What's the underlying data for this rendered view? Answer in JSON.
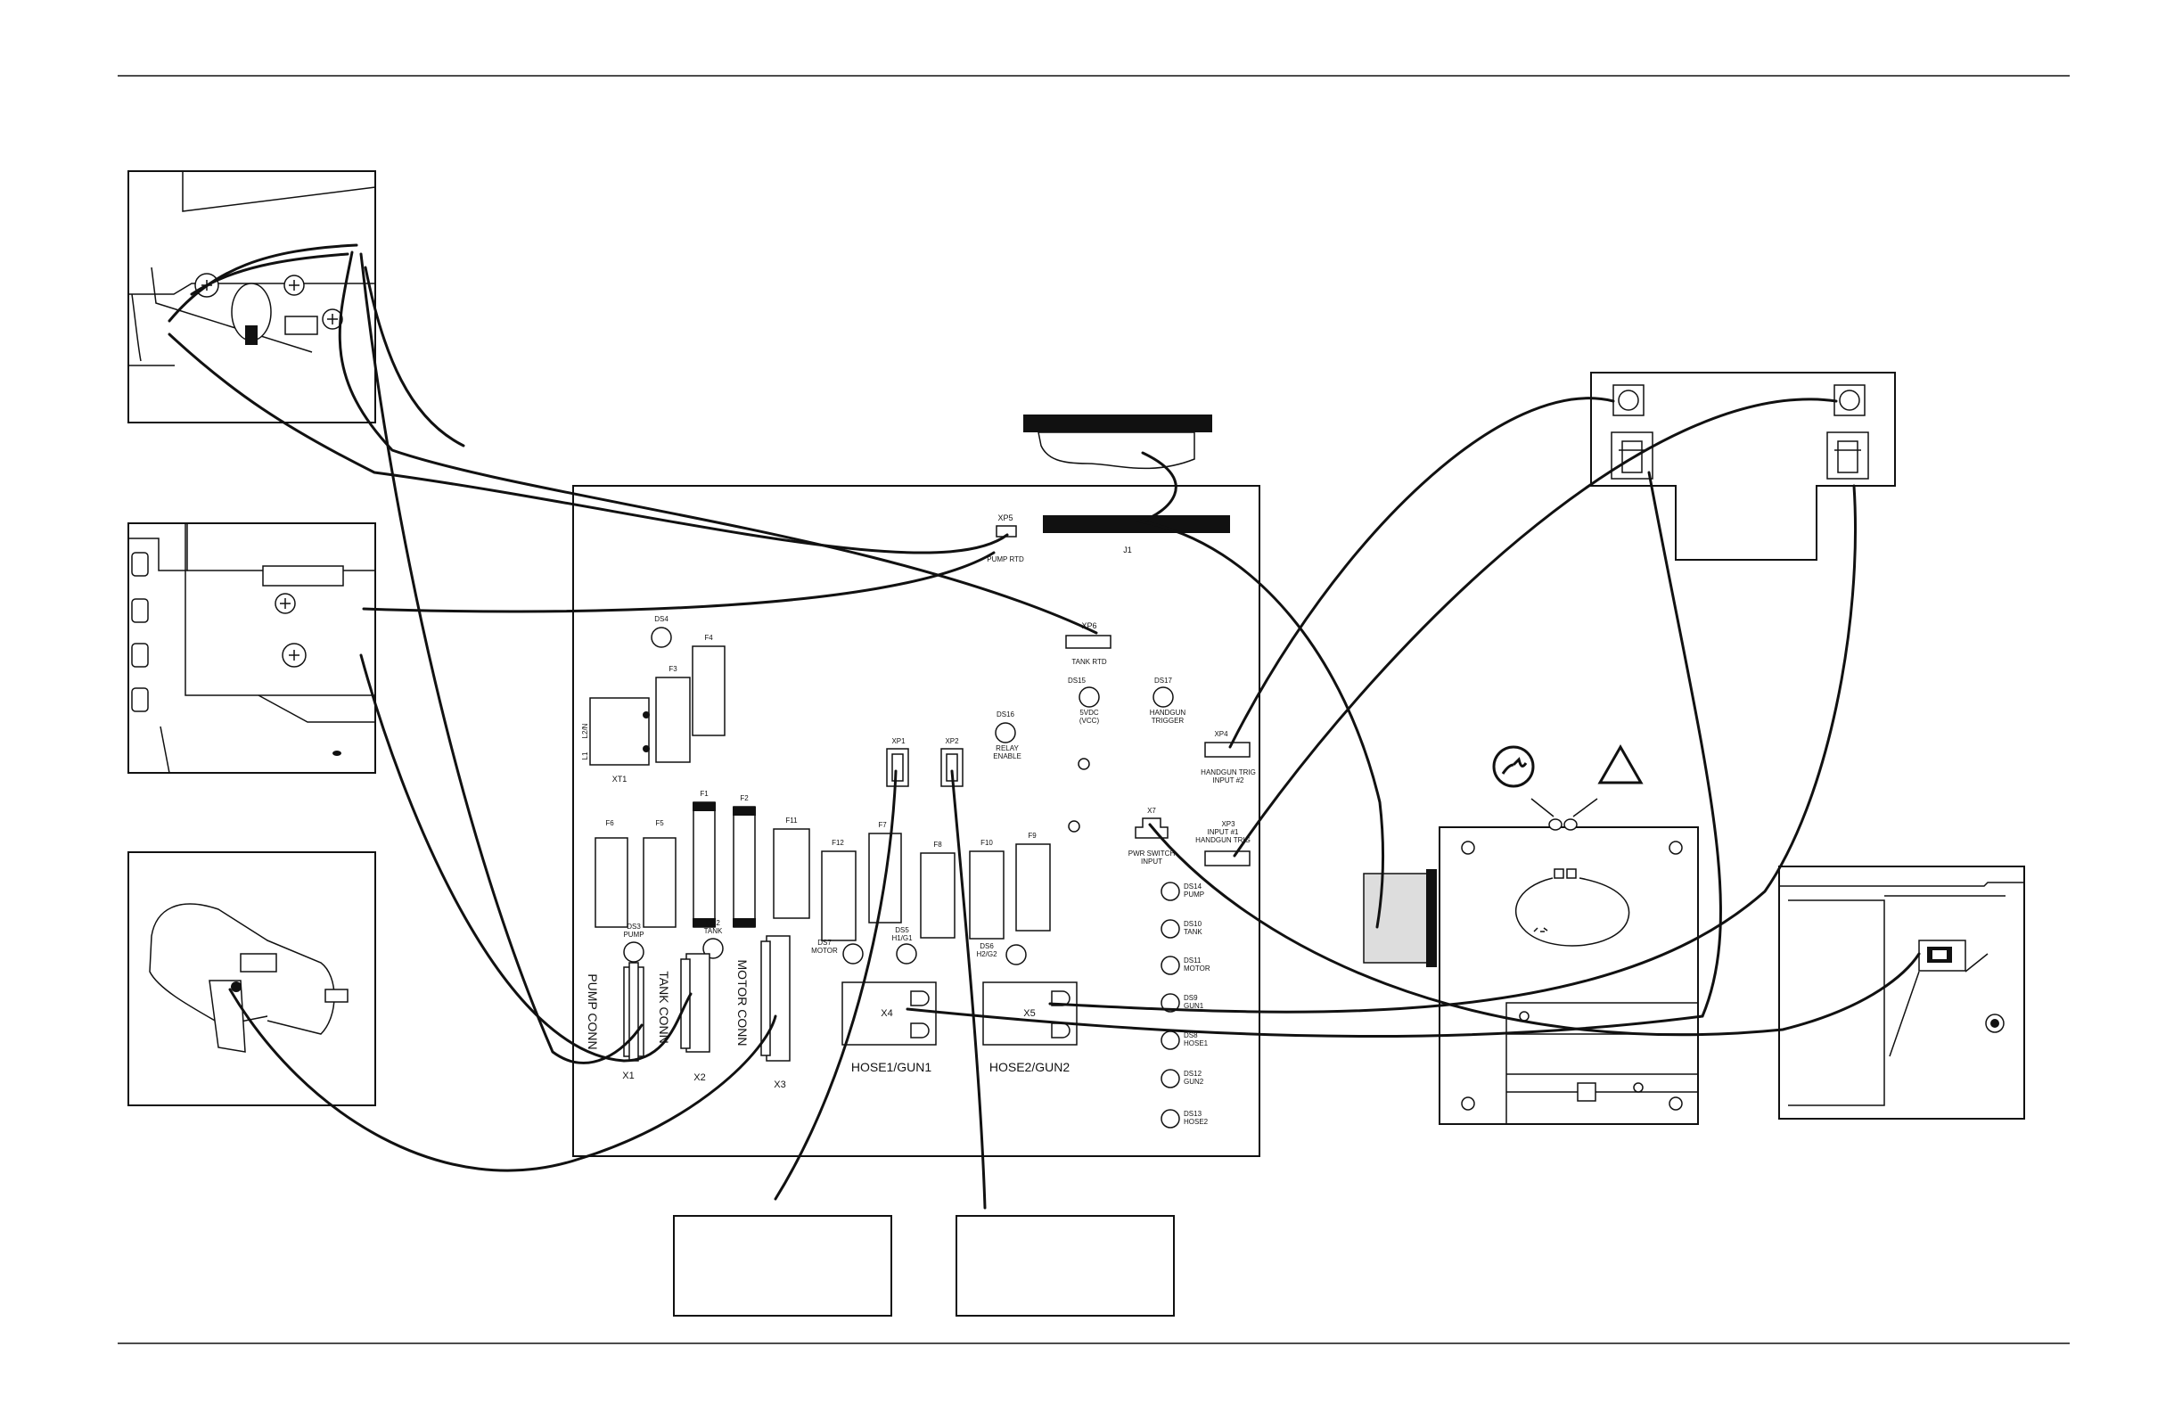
{
  "board": {
    "connectors": {
      "xp5": "XP5",
      "xp5_desc": "PUMP RTD",
      "xp6": "XP6",
      "xp6_desc": "TANK RTD",
      "j1": "J1",
      "xp1": "XP1",
      "xp2": "XP2",
      "xp4": "XP4",
      "xp4_desc1": "HANDGUN TRIG",
      "xp4_desc2": "INPUT #2",
      "xp3": "XP3",
      "xp3_desc1": "INPUT #1",
      "xp3_desc2": "HANDGUN TRIG",
      "x7": "X7",
      "x7_desc1": "PWR SWITCH",
      "x7_desc2": "INPUT",
      "x1": "X1",
      "x1_name": "PUMP CONN",
      "x2": "X2",
      "x2_name": "TANK CONN",
      "x3": "X3",
      "x3_name": "MOTOR CONN",
      "x4": "X4",
      "x4_name": "HOSE1/GUN1",
      "x5": "X5",
      "x5_name": "HOSE2/GUN2",
      "xt1": "XT1",
      "l2n": "L2/N",
      "l1": "L1"
    },
    "leds": {
      "ds4": "DS4",
      "ds15": "DS15",
      "ds15_desc1": "5VDC",
      "ds15_desc2": "(VCC)",
      "ds17": "DS17",
      "ds17_desc1": "HANDGUN",
      "ds17_desc2": "TRIGGER",
      "ds16": "DS16",
      "ds16_desc1": "RELAY",
      "ds16_desc2": "ENABLE",
      "ds3": "DS3",
      "ds3_desc": "PUMP",
      "ds2": "DS2",
      "ds2_desc": "TANK",
      "ds7": "DS7",
      "ds7_desc": "MOTOR",
      "ds5": "DS5",
      "ds5_desc": "H1/G1",
      "ds6": "DS6",
      "ds6_desc": "H2/G2",
      "ds14": "DS14",
      "ds14_desc": "PUMP",
      "ds10": "DS10",
      "ds10_desc": "TANK",
      "ds11": "DS11",
      "ds11_desc": "MOTOR",
      "ds9": "DS9",
      "ds9_desc": "GUN1",
      "ds8": "DS8",
      "ds8_desc": "HOSE1",
      "ds12": "DS12",
      "ds12_desc": "GUN2",
      "ds13": "DS13",
      "ds13_desc": "HOSE2"
    },
    "fuses": {
      "f1": "F1",
      "f2": "F2",
      "f3": "F3",
      "f4": "F4",
      "f5": "F5",
      "f6": "F6",
      "f7": "F7",
      "f8": "F8",
      "f9": "F9",
      "f10": "F10",
      "f11": "F11",
      "f12": "F12"
    }
  },
  "icons": {
    "power": "power-symbol-icon",
    "warning": "warning-triangle-icon"
  }
}
